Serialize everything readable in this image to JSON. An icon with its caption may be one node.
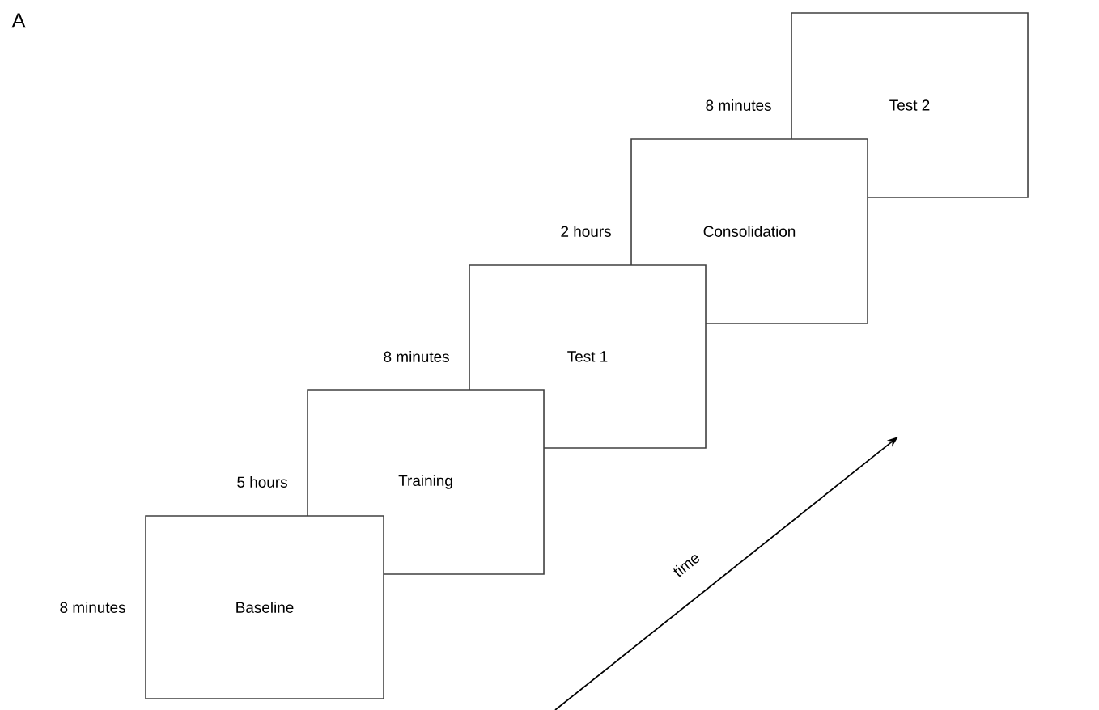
{
  "diagram": {
    "nodes": [
      {
        "text": [
          "Baseline"
        ],
        "beside": [
          "8 minutes"
        ]
      },
      {
        "text": [
          "Training"
        ],
        "beside": [
          "5 hours"
        ]
      },
      {
        "text": [
          "Test 1"
        ],
        "beside": [
          "8 minutes"
        ]
      },
      {
        "text": [
          "Consolidation"
        ],
        "beside": [
          "2 hours"
        ]
      },
      {
        "text": [
          "Test 2"
        ],
        "beside": [
          "8 minutes"
        ]
      }
    ],
    "labels": [
      "A",
      "time"
    ]
  }
}
